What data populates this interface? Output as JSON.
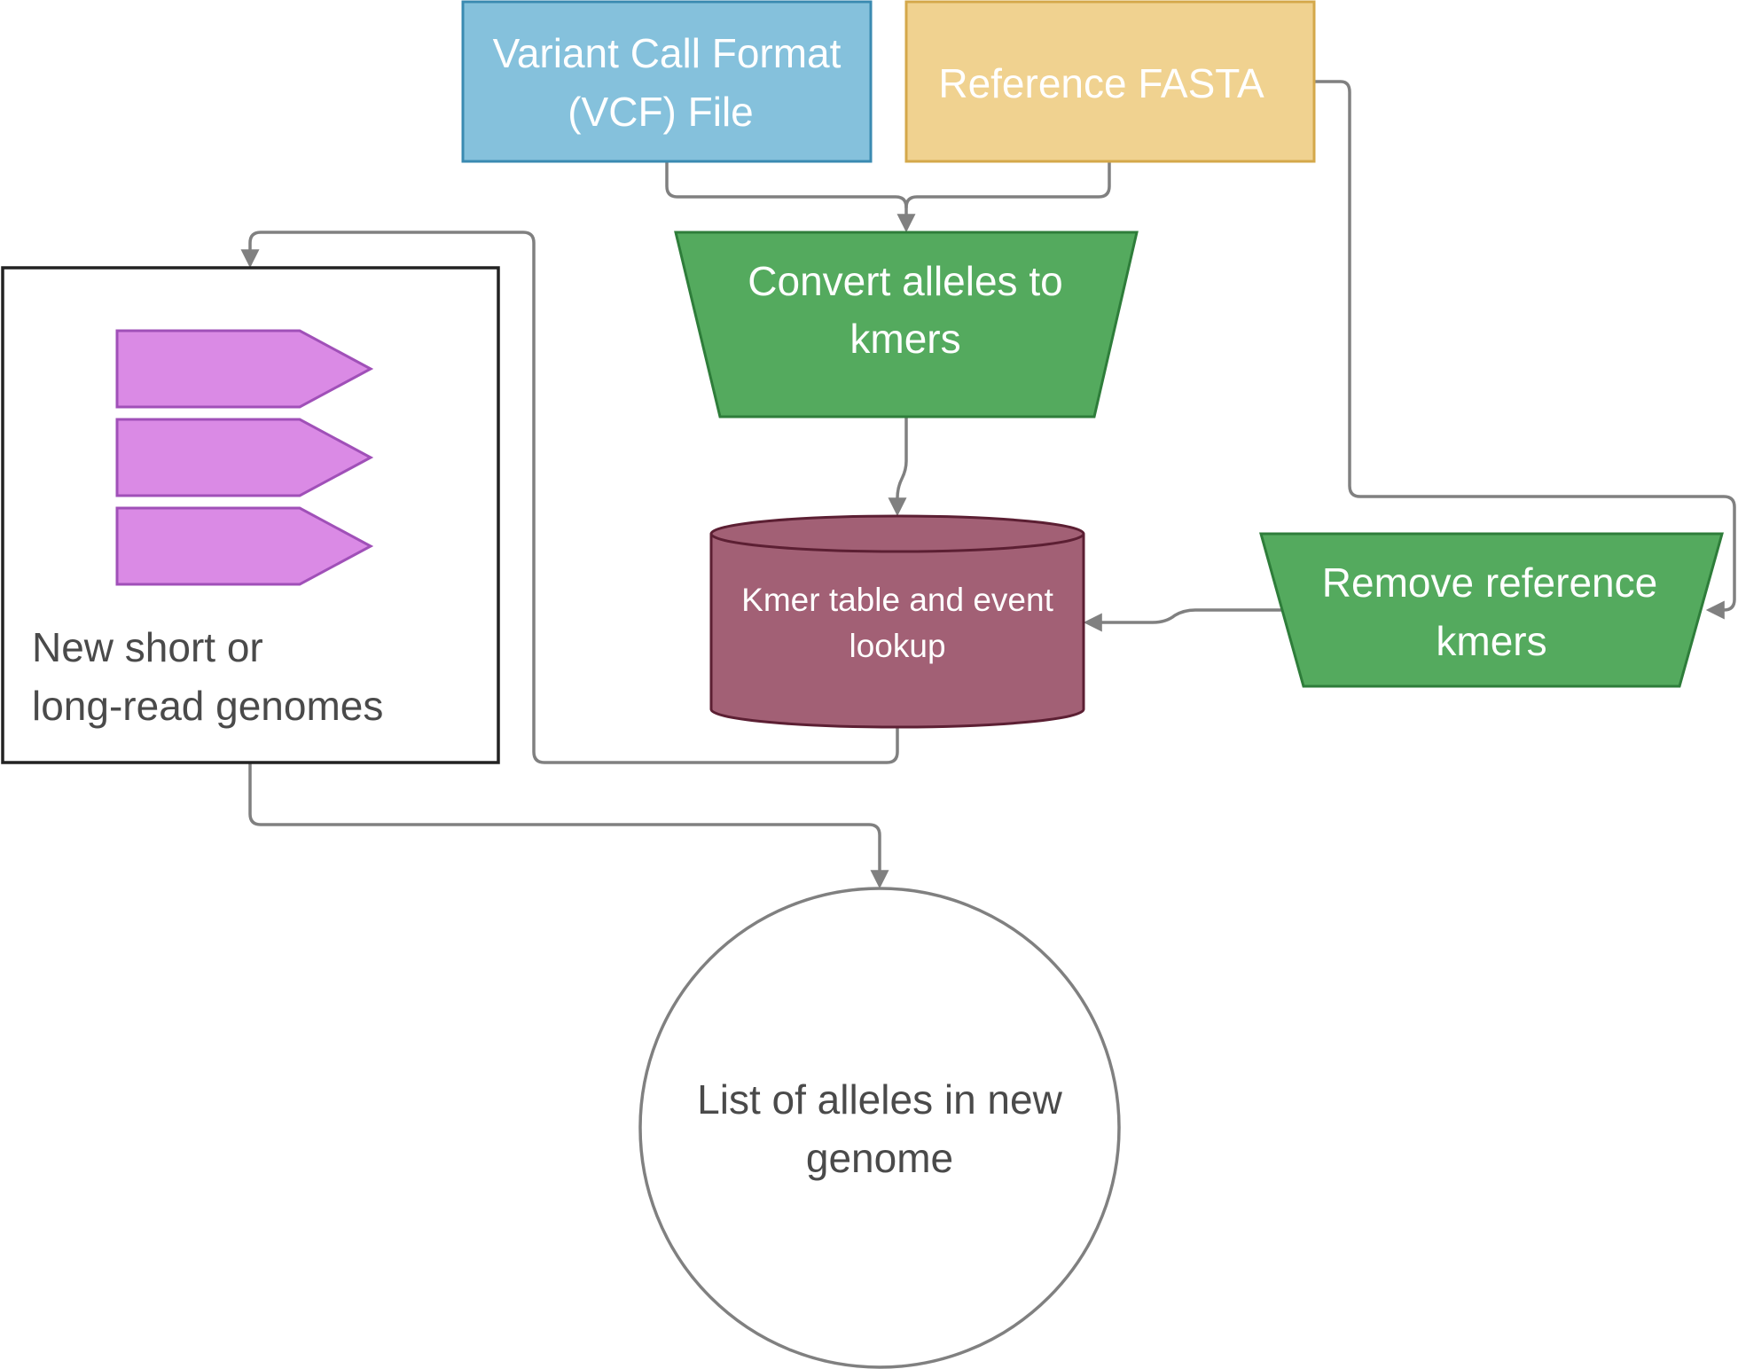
{
  "nodes": {
    "vcf_file": {
      "lines": [
        "Variant  Call Format",
        "(VCF) File"
      ],
      "fill": "#85c1dc",
      "stroke": "#3a8ab1"
    },
    "reference_fasta": {
      "lines": [
        "Reference  FASTA"
      ],
      "fill": "#f0d290",
      "stroke": "#d4a84a"
    },
    "convert_alleles": {
      "lines": [
        "Convert alleles to",
        "kmers"
      ],
      "fill": "#54aa5e",
      "stroke": "#2e7d3a"
    },
    "remove_reference": {
      "lines": [
        "Remove reference",
        "kmers"
      ],
      "fill": "#54aa5e",
      "stroke": "#2e7d3a"
    },
    "kmer_table": {
      "lines": [
        "Kmer table and event",
        "lookup"
      ],
      "fill": "#a26075",
      "stroke": "#5c1f33"
    },
    "genomes": {
      "lines": [
        "New short or",
        "long-read genomes"
      ],
      "stroke": "#222222",
      "read_color": "#da8ae5",
      "read_stroke": "#a050b8"
    },
    "result": {
      "lines": [
        "List of alleles in new",
        "genome"
      ],
      "stroke": "#808080"
    }
  },
  "connector_color": "#808080"
}
